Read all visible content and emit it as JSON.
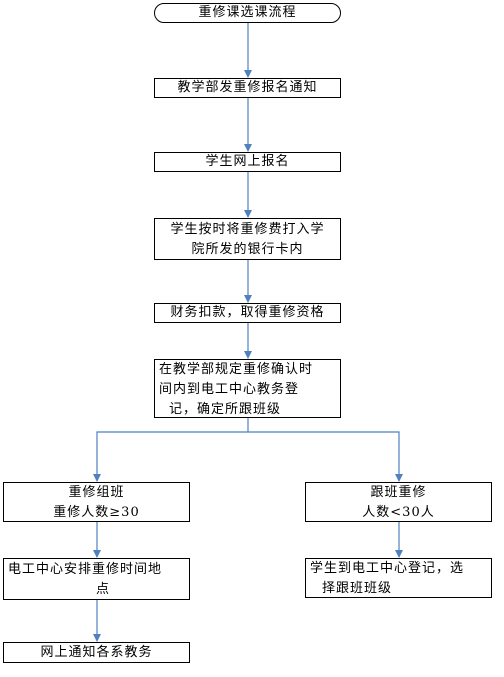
{
  "title": "重修课选课流程",
  "steps": {
    "notice": "教学部发重修报名通知",
    "register": "学生网上报名",
    "pay_line1": "学生按时将重修费打入学",
    "pay_line2": "院所发的银行卡内",
    "qualify": "财务扣款，取得重修资格",
    "confirm_line1": "在教学部规定重修确认时",
    "confirm_line2": "间内到电工中心教务登",
    "confirm_line3": "记，确定所跟班级"
  },
  "branch_left": {
    "label_line1": "重修组班",
    "label_line2": "重修人数≥30",
    "schedule_line1": "电工中心安排重修时间地",
    "schedule_line2": "点",
    "notify": "网上通知各系教务"
  },
  "branch_right": {
    "label_line1": "跟班重修",
    "label_line2": "人数<30人",
    "register_line1": "学生到电工中心登记，选",
    "register_line2": "择跟班班级"
  },
  "colors": {
    "connector": "#4f81bd",
    "border": "#000000"
  }
}
